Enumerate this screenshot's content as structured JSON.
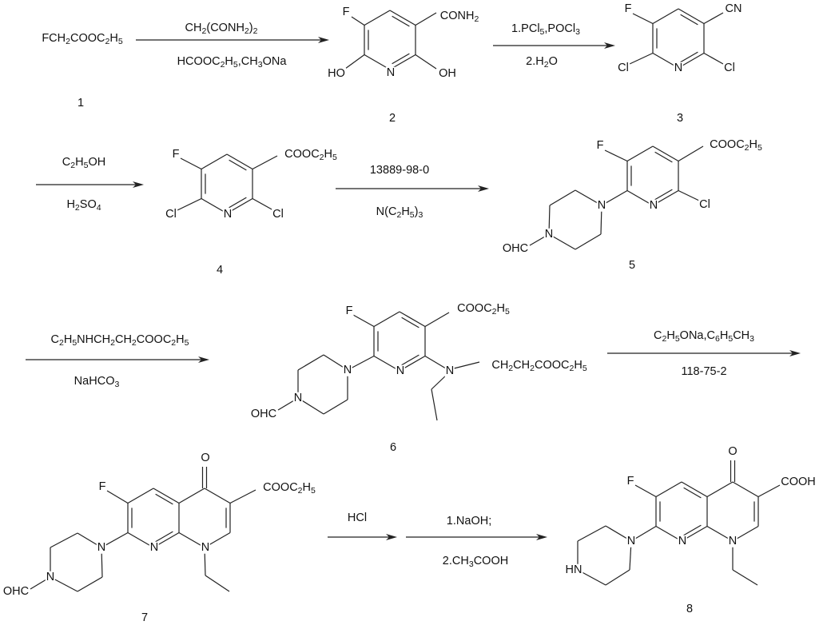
{
  "compounds": {
    "c1": {
      "formula": "FCH2COOC2H5",
      "number": "1"
    },
    "c2": {
      "number": "2",
      "F": "F",
      "CONH2": "CONH2",
      "HO": "HO",
      "N": "N",
      "OH": "OH"
    },
    "c3": {
      "number": "3",
      "F": "F",
      "CN": "CN",
      "Cl_left": "Cl",
      "N": "N",
      "Cl_right": "Cl"
    },
    "c4": {
      "number": "4",
      "F": "F",
      "ester": "COOC2H5",
      "Cl_left": "Cl",
      "N": "N",
      "Cl_right": "Cl"
    },
    "c5": {
      "number": "5",
      "F": "F",
      "ester": "COOC2H5",
      "N_ring": "N",
      "Cl": "Cl",
      "N_pip1": "N",
      "N_pip4": "N",
      "OHC": "OHC"
    },
    "c6": {
      "number": "6",
      "F": "F",
      "ester": "COOC2H5",
      "N_ring": "N",
      "N_amine": "N",
      "side_chain": "CH2CH2COOC2H5",
      "N_pip1": "N",
      "N_pip4": "N",
      "OHC": "OHC"
    },
    "c7": {
      "number": "7",
      "O": "O",
      "F": "F",
      "ester": "COOC2H5",
      "N_ring": "N",
      "N1": "N",
      "N_pip1": "N",
      "N_pip4": "N",
      "OHC": "OHC"
    },
    "c8": {
      "number": "8",
      "O": "O",
      "F": "F",
      "acid": "COOH",
      "N_ring": "N",
      "N1": "N",
      "N_pip1": "N",
      "HN": "HN"
    }
  },
  "reactions": {
    "r1": {
      "above": "CH2(CONH2)2",
      "below": "HCOOC2H5,CH3ONa"
    },
    "r2": {
      "above": "1.PCl5,POCl3",
      "below": "2.H2O"
    },
    "r3": {
      "above": "C2H5OH",
      "below": "H2SO4"
    },
    "r4": {
      "above": "13889-98-0",
      "below": "N(C2H5)3"
    },
    "r5": {
      "above": "C2H5NHCH2CH2COOC2H5",
      "below": "NaHCO3"
    },
    "r6": {
      "above": "C2H5ONa,C6H5CH3",
      "below": "118-75-2"
    },
    "r7": {
      "above": "HCl"
    },
    "r8": {
      "above": "1.NaOH;",
      "below": "2.CH3COOH"
    }
  },
  "colors": {
    "ink": "#222222",
    "background": "#ffffff"
  }
}
